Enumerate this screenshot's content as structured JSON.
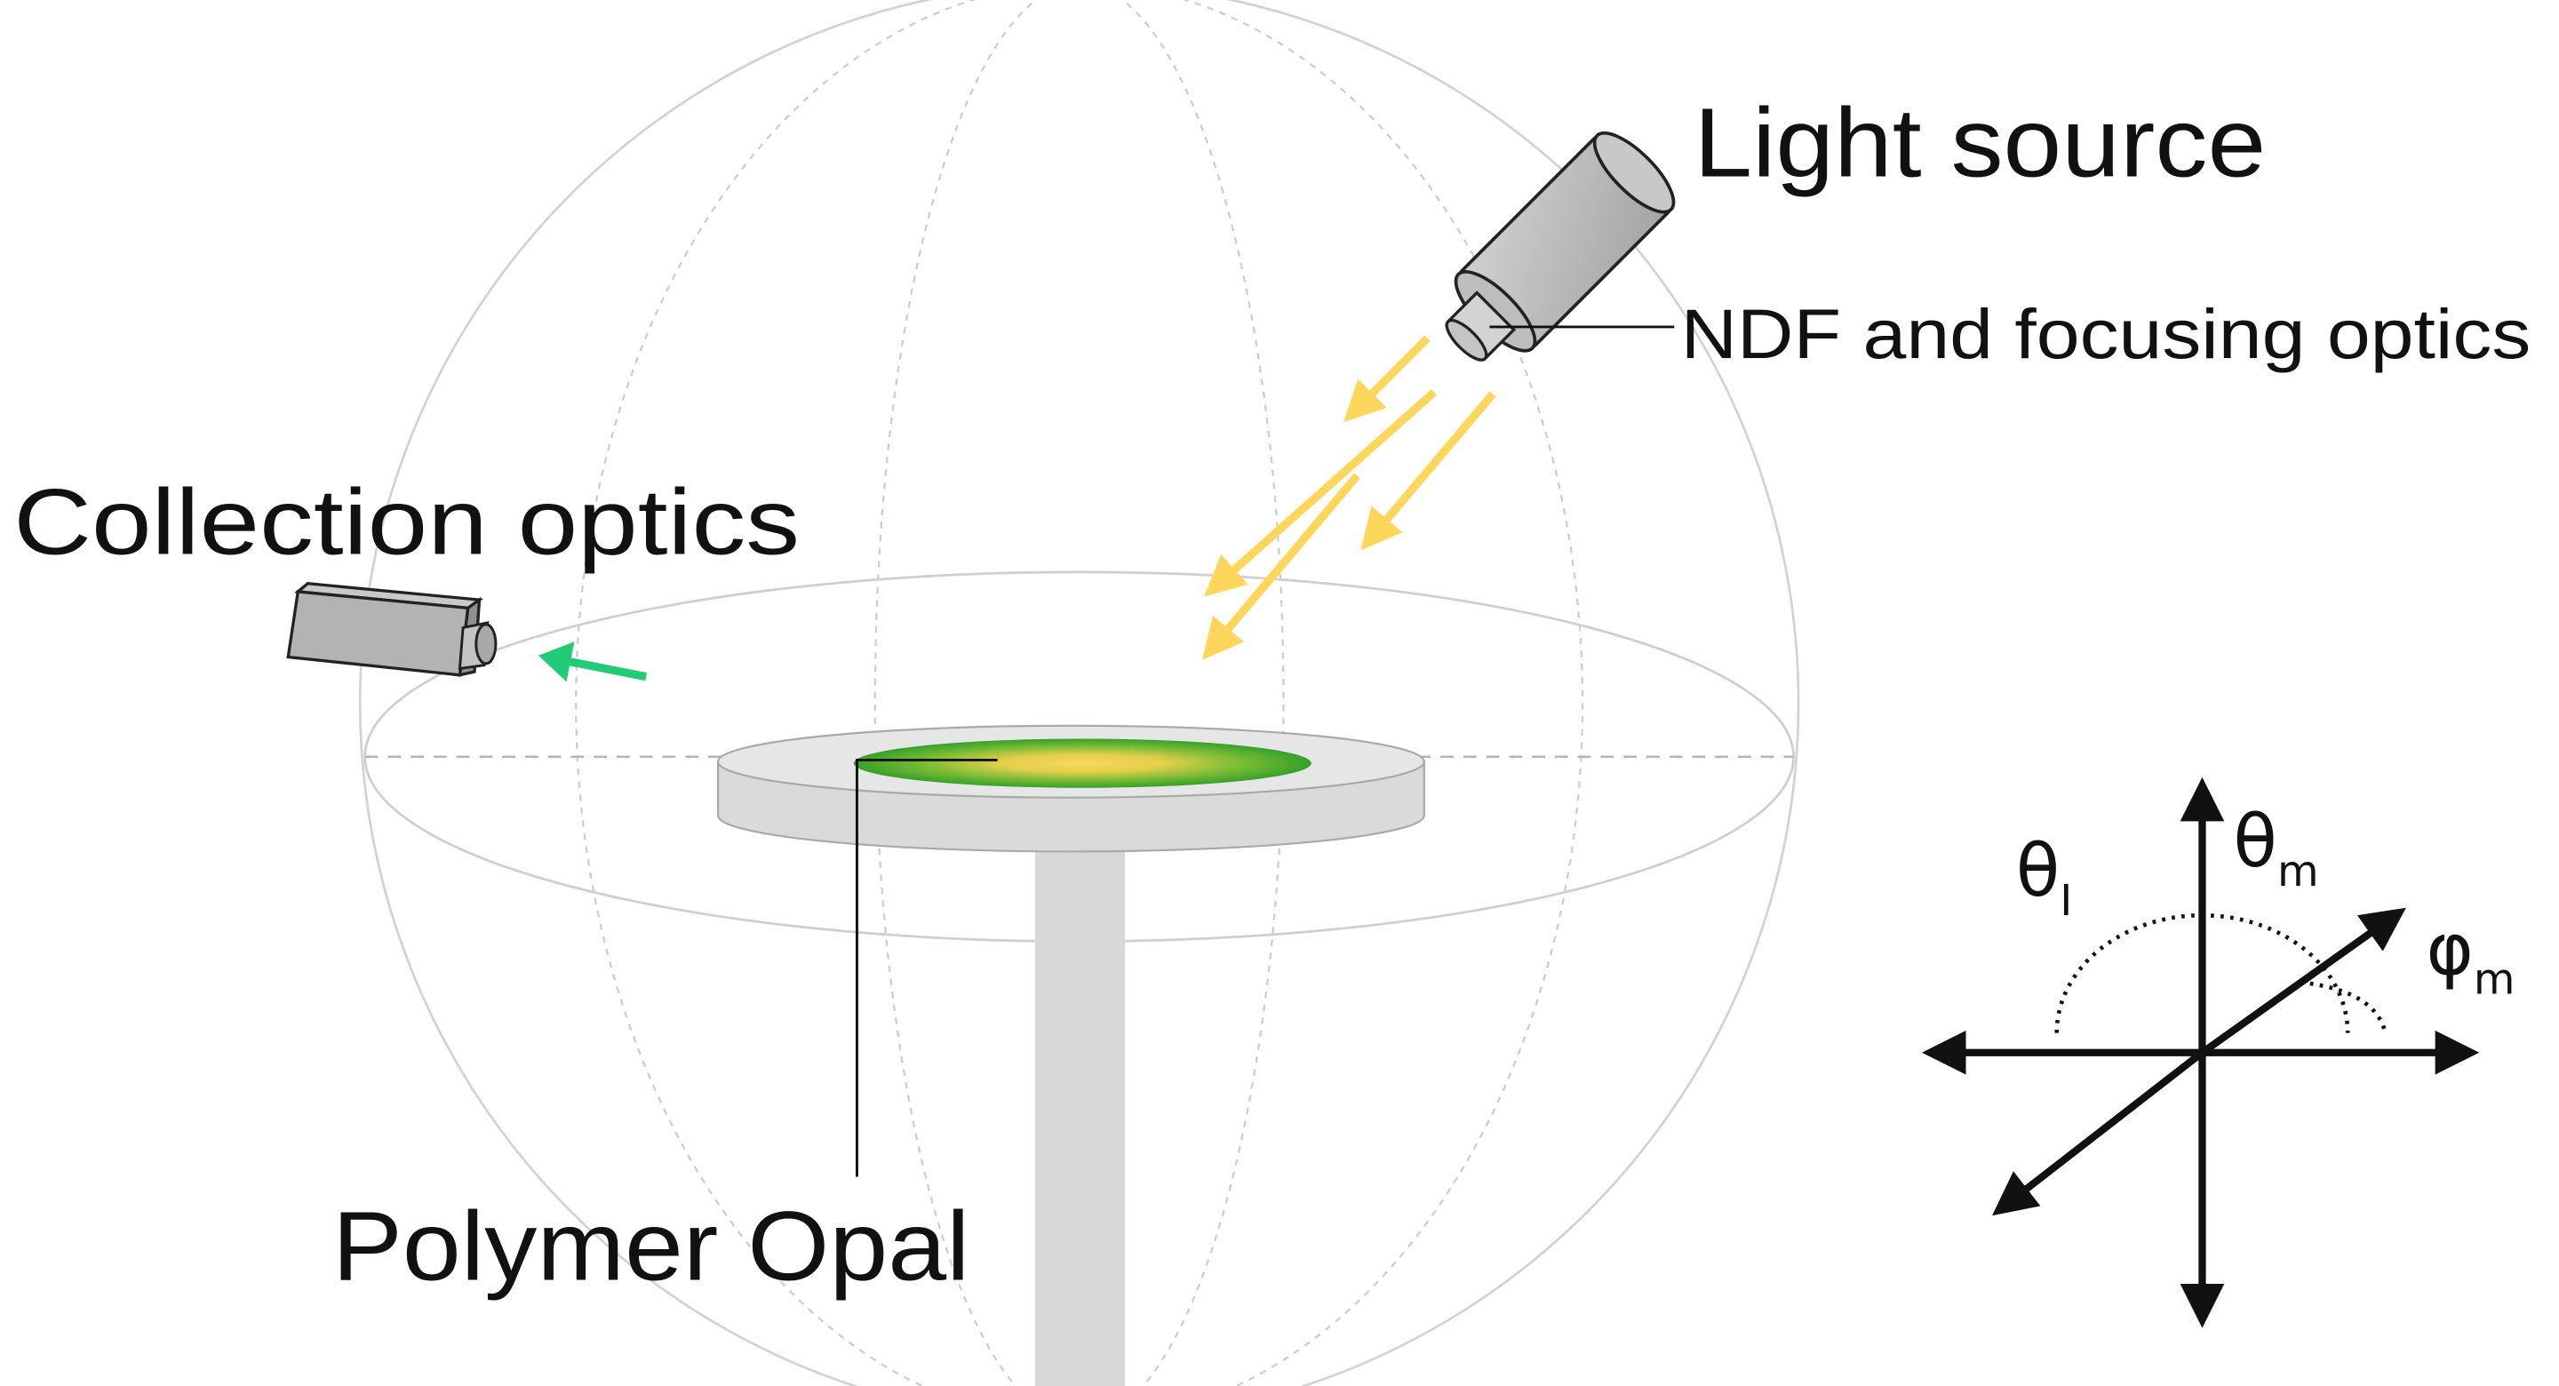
{
  "labels": {
    "light_source": "Light source",
    "ndf_optics": "NDF and focusing optics",
    "collection_optics": "Collection optics",
    "polymer_opal": "Polymer Opal"
  },
  "angles": {
    "theta_symbol": "θ",
    "phi_symbol": "φ",
    "theta_i_sub": "I",
    "theta_m_sub": "m",
    "phi_m_sub": "m"
  },
  "colors": {
    "background": "#ffffff",
    "sphere_line": "#cfcfcf",
    "stage_gray": "#d8d8d8",
    "device_gray": "#b3b3b3",
    "incident_light": "#ffd65c",
    "collected_light": "#22cc77",
    "opal_green": "#3aa82c",
    "opal_yellow": "#f3d45a",
    "ink": "#111111"
  },
  "icons": {
    "light_source": "cylinder-lamp-icon",
    "collection_optics": "camera-box-icon"
  }
}
